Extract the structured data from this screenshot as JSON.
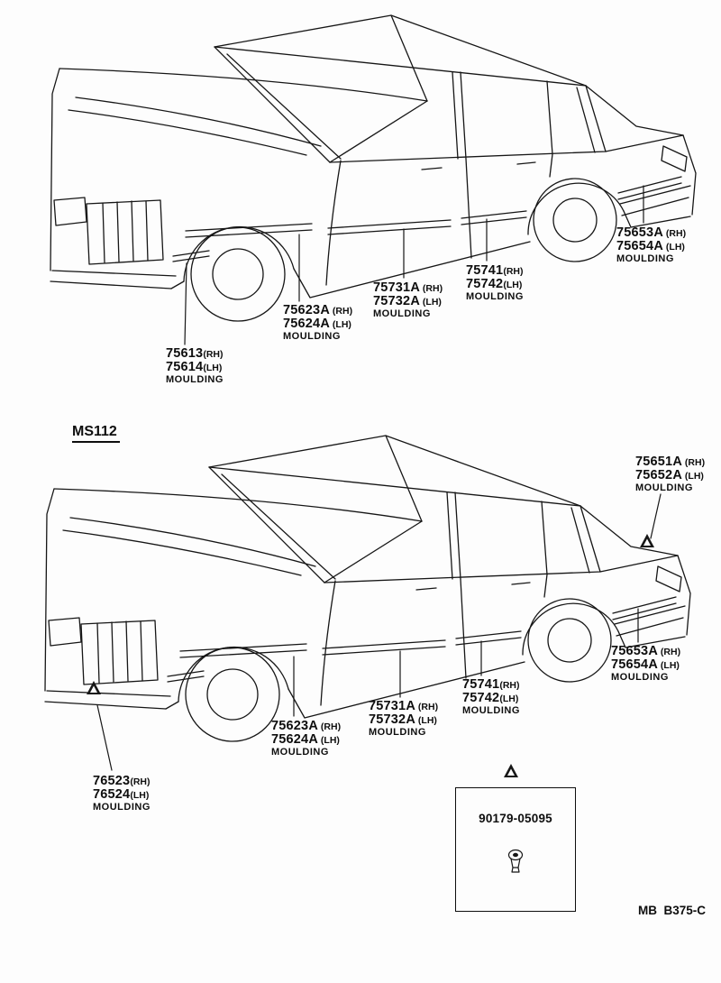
{
  "page": {
    "model_code": "MS112",
    "sheet_code": "MB  B375-C",
    "ink_color": "#161616",
    "background_color": "#fdfdfd"
  },
  "fastener_box": {
    "part_number": "90179-05095"
  },
  "labels": [
    {
      "area": "top-car-rear-quarter",
      "rh_part": "75653A",
      "rh_tag": " (RH)",
      "lh_part": "75654A",
      "lh_tag": " (LH)",
      "caption": "MOULDING"
    },
    {
      "area": "top-car-rear-door",
      "rh_part": "75741",
      "rh_tag": "(RH)",
      "lh_part": "75742",
      "lh_tag": "(LH)",
      "caption": "MOULDING"
    },
    {
      "area": "top-car-front-door",
      "rh_part": "75731A",
      "rh_tag": " (RH)",
      "lh_part": "75732A",
      "lh_tag": " (LH)",
      "caption": "MOULDING"
    },
    {
      "area": "top-car-front-fender",
      "rh_part": "75623A",
      "rh_tag": " (RH)",
      "lh_part": "75624A",
      "lh_tag": " (LH)",
      "caption": "MOULDING"
    },
    {
      "area": "top-car-fender-front",
      "rh_part": "75613",
      "rh_tag": "(RH)",
      "lh_part": "75614",
      "lh_tag": "(LH)",
      "caption": "MOULDING"
    },
    {
      "area": "bottom-car-back-panel",
      "rh_part": "75651A",
      "rh_tag": " (RH)",
      "lh_part": "75652A",
      "lh_tag": " (LH)",
      "caption": "MOULDING"
    },
    {
      "area": "bottom-car-rear-quarter",
      "rh_part": "75653A",
      "rh_tag": " (RH)",
      "lh_part": "75654A",
      "lh_tag": " (LH)",
      "caption": "MOULDING"
    },
    {
      "area": "bottom-car-rear-door",
      "rh_part": "75741",
      "rh_tag": "(RH)",
      "lh_part": "75742",
      "lh_tag": "(LH)",
      "caption": "MOULDING"
    },
    {
      "area": "bottom-car-front-door",
      "rh_part": "75731A",
      "rh_tag": " (RH)",
      "lh_part": "75732A",
      "lh_tag": " (LH)",
      "caption": "MOULDING"
    },
    {
      "area": "bottom-car-front-fender",
      "rh_part": "75623A",
      "rh_tag": " (RH)",
      "lh_part": "75624A",
      "lh_tag": " (LH)",
      "caption": "MOULDING"
    },
    {
      "area": "bottom-car-front-bumper",
      "rh_part": "76523",
      "rh_tag": "(RH)",
      "lh_part": "76524",
      "lh_tag": "(LH)",
      "caption": "MOULDING"
    }
  ]
}
